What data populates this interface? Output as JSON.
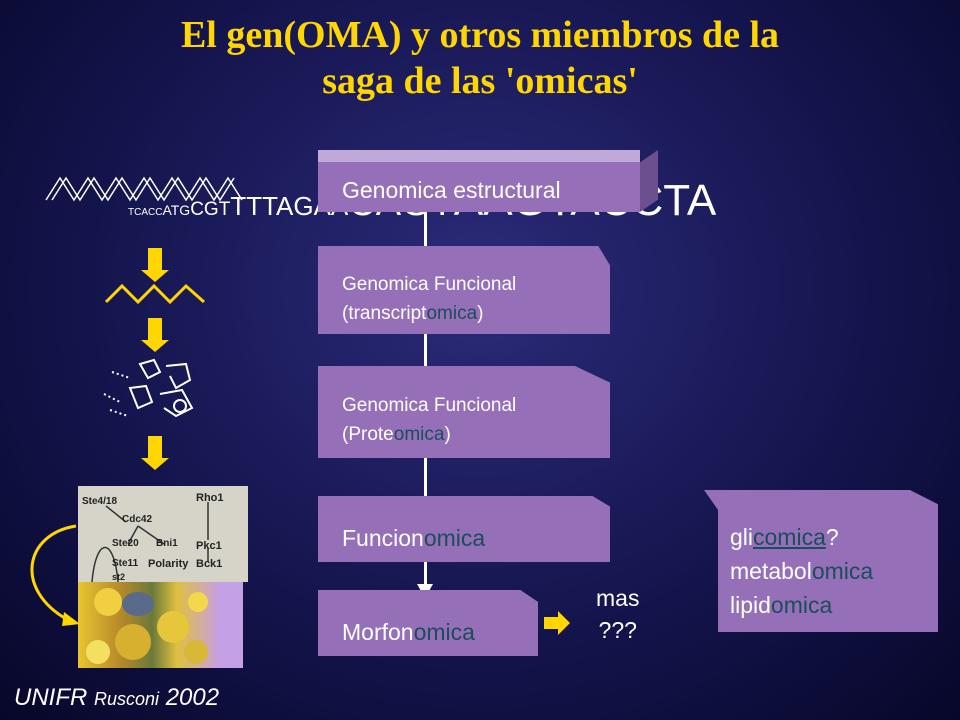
{
  "title": {
    "line1": "El gen(OMA) y otros miembros de la",
    "line2": "saga de las 'omicas'"
  },
  "dna_sequence": [
    "TCACC",
    "ATG",
    "CGT",
    "TTTAGAA",
    "CAGT",
    "AAGTACCTA"
  ],
  "boxes": {
    "genomica_estructural": "Genomica estructural",
    "funcional_transcript": {
      "line1": "Genomica Funcional",
      "prefix": "(transcript",
      "omica": "omica",
      "suffix": ")"
    },
    "funcional_proteo": {
      "line1": "Genomica Funcional",
      "prefix": "(Prote",
      "omica": "omica",
      "suffix": ")"
    },
    "funcionomica": {
      "prefix": "Funcion",
      "omica": "omica"
    },
    "morfonomica": {
      "prefix": "Morfon",
      "omica": "omica"
    }
  },
  "side_box": {
    "glicomica": {
      "prefix": "gli",
      "omica": "comica",
      "suffix": "?"
    },
    "metabolomica": {
      "prefix": "metabol",
      "omica": "omica"
    },
    "lipidomica": {
      "prefix": "lipid",
      "omica": "omica"
    }
  },
  "mas": {
    "line1": "mas",
    "line2": "???"
  },
  "pathway_labels": [
    "Ste4/18",
    "Rho1",
    "Cdc42",
    "Ste20",
    "Bni1",
    "Pkc1",
    "Ste11",
    "Polarity",
    "Bck1",
    "st2"
  ],
  "footer": {
    "org": "UNIFR ",
    "author": "Rusconi",
    "year": " 2002"
  },
  "colors": {
    "title": "#ffd600",
    "box": "#9570b8",
    "omica_text": "#1b4d5a",
    "arrows": "#ffd600"
  }
}
